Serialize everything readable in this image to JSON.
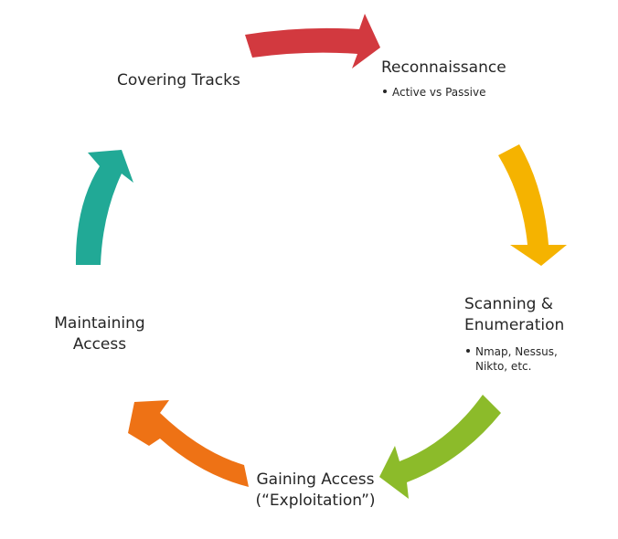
{
  "diagram": {
    "type": "cycle",
    "stages": [
      {
        "id": "reconnaissance",
        "title": "Reconnaissance",
        "bullets": [
          "Active vs Passive"
        ]
      },
      {
        "id": "scanning",
        "title_lines": [
          "Scanning &",
          "Enumeration"
        ],
        "bullets": [
          "Nmap, Nessus,",
          "Nikto, etc."
        ]
      },
      {
        "id": "gaining-access",
        "title_lines": [
          "Gaining Access",
          "(“Exploitation”)"
        ],
        "bullets": []
      },
      {
        "id": "maintaining-access",
        "title_lines": [
          "Maintaining",
          "Access"
        ],
        "bullets": []
      },
      {
        "id": "covering-tracks",
        "title": "Covering Tracks",
        "bullets": []
      }
    ],
    "arrows": [
      {
        "from": "covering-tracks",
        "to": "reconnaissance",
        "color": "#d2393f"
      },
      {
        "from": "reconnaissance",
        "to": "scanning",
        "color": "#f5b300"
      },
      {
        "from": "scanning",
        "to": "gaining-access",
        "color": "#8cbb2a"
      },
      {
        "from": "gaining-access",
        "to": "maintaining-access",
        "color": "#ee7215"
      },
      {
        "from": "maintaining-access",
        "to": "covering-tracks",
        "color": "#21a996"
      }
    ]
  }
}
